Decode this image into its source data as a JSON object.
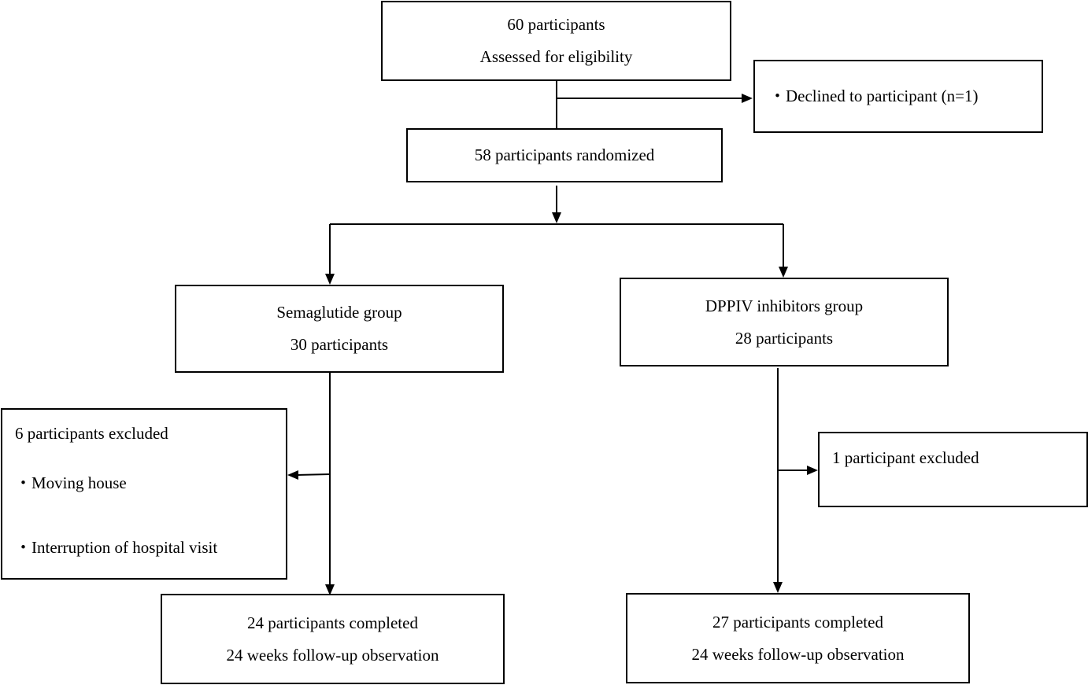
{
  "eligibility": {
    "line1": "60 participants",
    "line2": "Assessed for eligibility"
  },
  "declined": {
    "text": "・Declined to participant (n=1)"
  },
  "randomized": {
    "text": "58 participants randomized"
  },
  "semaglutide": {
    "line1": "Semaglutide group",
    "line2": "30 participants"
  },
  "dppiv": {
    "line1": "DPPIV inhibitors group",
    "line2": "28 participants"
  },
  "excluded_left": {
    "title": "6 participants excluded",
    "reasons": [
      "・Moving house",
      "・Interruption of hospital visit"
    ]
  },
  "excluded_right": {
    "title": "1 participant excluded"
  },
  "completed_left": {
    "line1": "24 participants completed",
    "line2": "24 weeks follow-up observation"
  },
  "completed_right": {
    "line1": "27 participants completed",
    "line2": "24 weeks follow-up observation"
  },
  "colors": {
    "stroke": "#000000",
    "background": "#ffffff"
  }
}
